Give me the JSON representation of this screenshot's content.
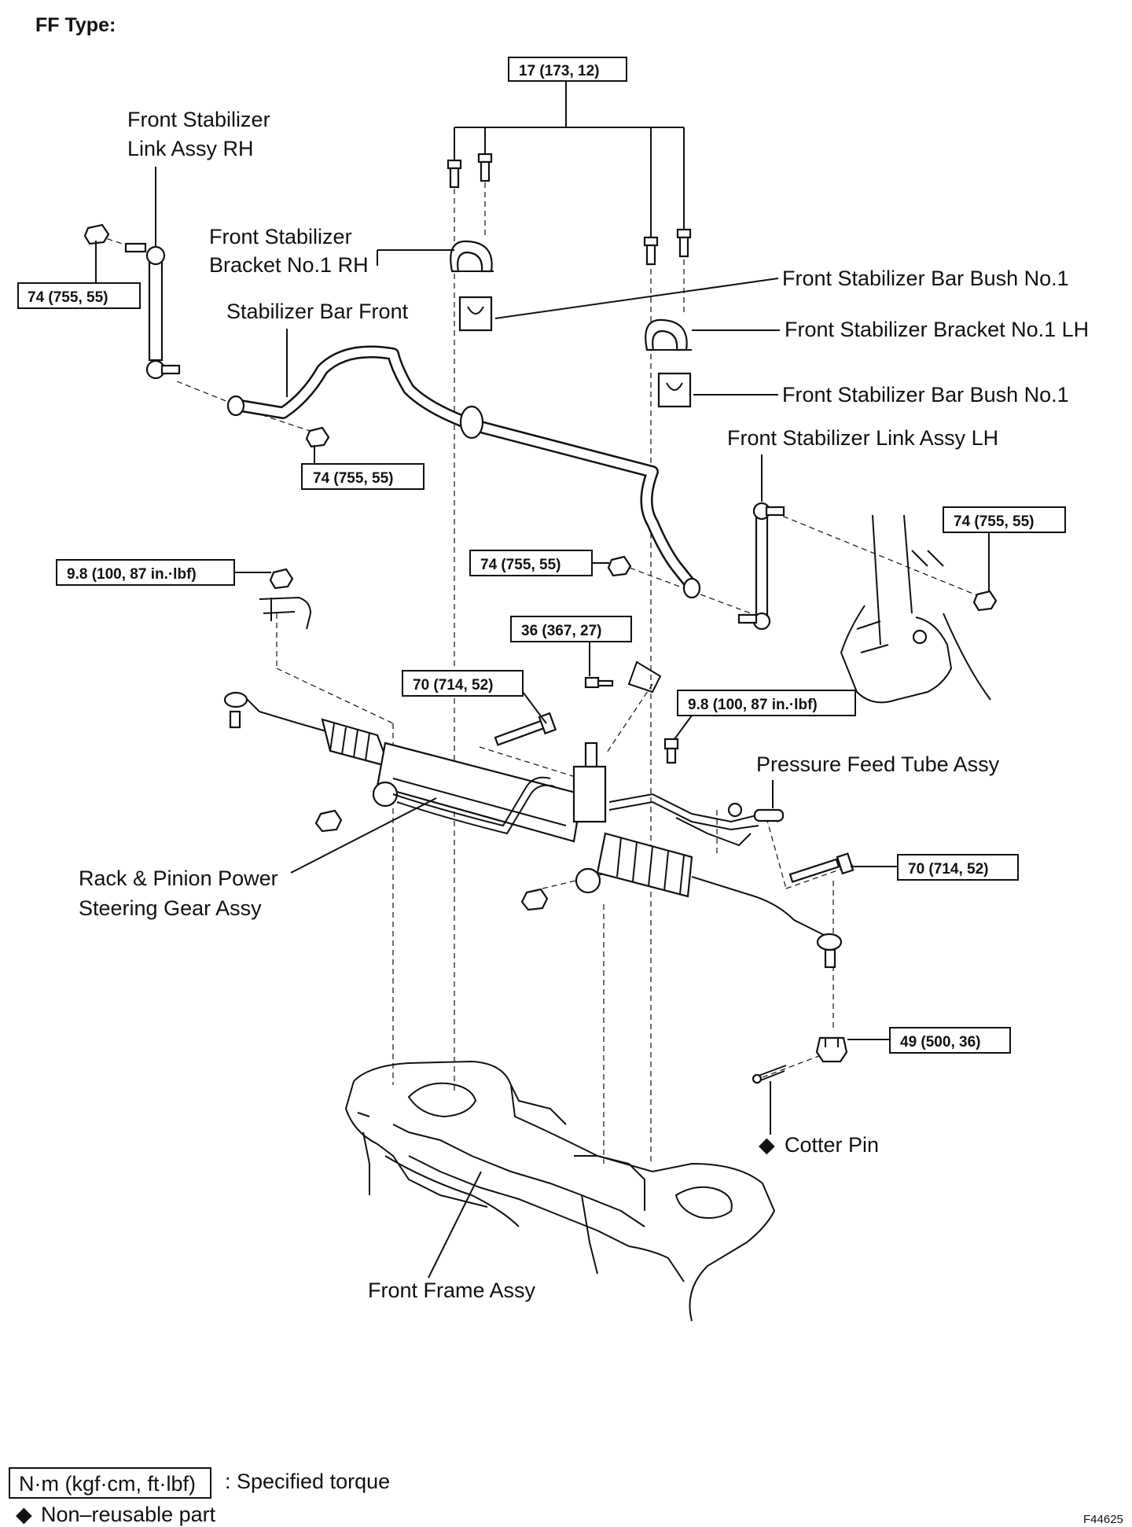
{
  "header": {
    "title": "FF Type:"
  },
  "labels": {
    "link_rh": [
      "Front Stabilizer",
      "Link Assy RH"
    ],
    "bracket_rh": [
      "Front Stabilizer",
      "Bracket No.1 RH"
    ],
    "stabilizer_bar": "Stabilizer Bar Front",
    "bush_1": "Front Stabilizer Bar Bush No.1",
    "bracket_lh": "Front Stabilizer Bracket No.1 LH",
    "bush_2": "Front Stabilizer Bar Bush No.1",
    "link_lh": "Front Stabilizer Link Assy LH",
    "pressure_tube": "Pressure Feed Tube Assy",
    "steering_gear": [
      "Rack & Pinion Power",
      "Steering Gear Assy"
    ],
    "cotter_pin": "Cotter Pin",
    "frame": "Front Frame Assy"
  },
  "torques": {
    "t17": "17 (173, 12)",
    "t74_a": "74 (755, 55)",
    "t74_b": "74 (755, 55)",
    "t74_c": "74 (755, 55)",
    "t74_d": "74 (755, 55)",
    "t98_a": "9.8 (100, 87 in.·lbf)",
    "t98_b": "9.8 (100, 87 in.·lbf)",
    "t36": "36 (367, 27)",
    "t70_a": "70 (714, 52)",
    "t70_b": "70 (714, 52)",
    "t49": "49 (500, 36)"
  },
  "legend": {
    "unit_box": "N·m (kgf·cm, ft·lbf)",
    "unit_desc": ": Specified torque",
    "nonreusable_symbol": "◆",
    "nonreusable_desc": "Non–reusable part"
  },
  "cotter_symbol": "◆",
  "figure_id": "F44625",
  "icons": [
    "bolt-icon",
    "nut-icon",
    "bracket-icon",
    "bush-icon",
    "stabilizer-link-icon",
    "tie-rod-end-icon",
    "cotter-pin-icon"
  ]
}
